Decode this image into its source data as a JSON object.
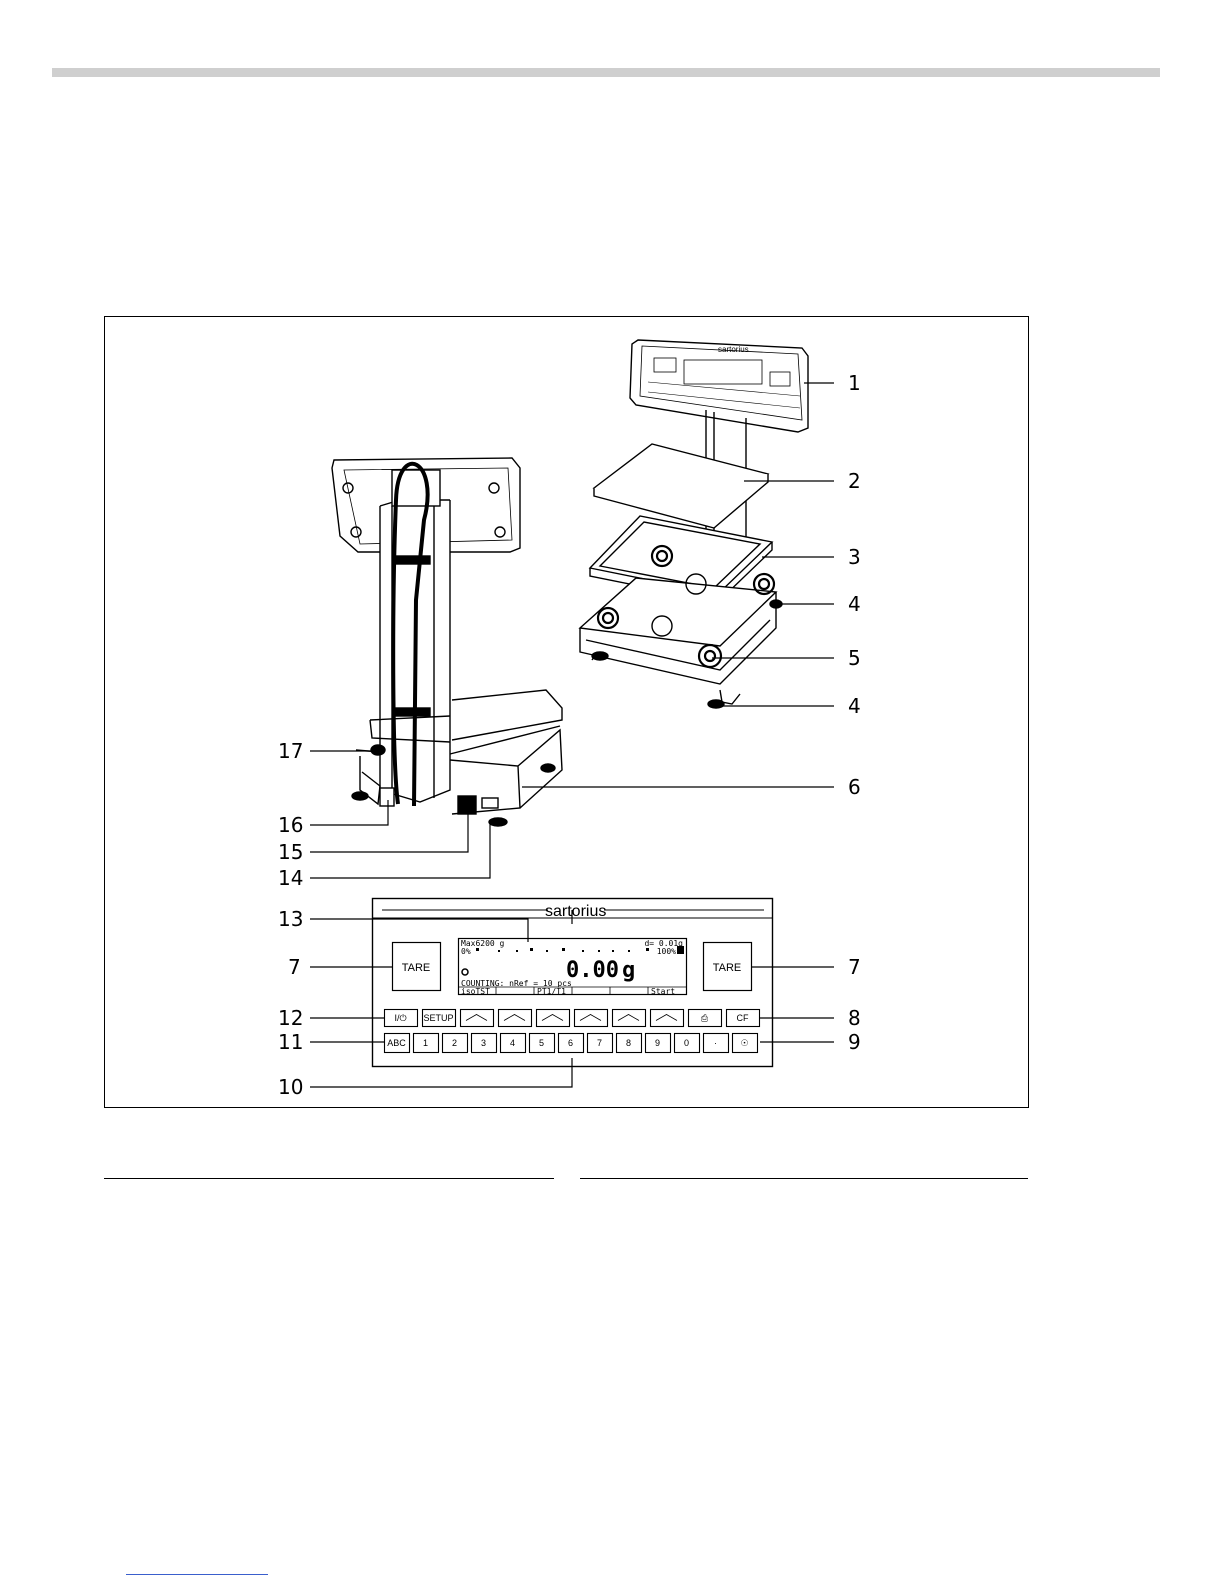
{
  "callouts": [
    "1",
    "2",
    "3",
    "4",
    "4",
    "5",
    "6",
    "7",
    "7",
    "8",
    "9",
    "10",
    "11",
    "12",
    "13",
    "14",
    "15",
    "16",
    "17"
  ],
  "brand": "sartorius",
  "tare_label": "TARE",
  "display": {
    "line1_left": "Max6200 g",
    "line1_right": "d= 0.01g",
    "bar_left": "0%",
    "bar_right": "100%",
    "reading": "0.00",
    "unit": "g",
    "status_line": "COUNTING: nRef = 10 pcs",
    "softkeys": [
      "isoTST",
      "",
      "PT1/T1",
      "",
      "",
      "Start"
    ]
  },
  "function_keys": [
    "I/⏻",
    "SETUP",
    "",
    "",
    "",
    "",
    "",
    "",
    "⎙",
    "CF"
  ],
  "number_keys": [
    "ABC",
    "1",
    "2",
    "3",
    "4",
    "5",
    "6",
    "7",
    "8",
    "9",
    "0",
    "·",
    "☉"
  ]
}
